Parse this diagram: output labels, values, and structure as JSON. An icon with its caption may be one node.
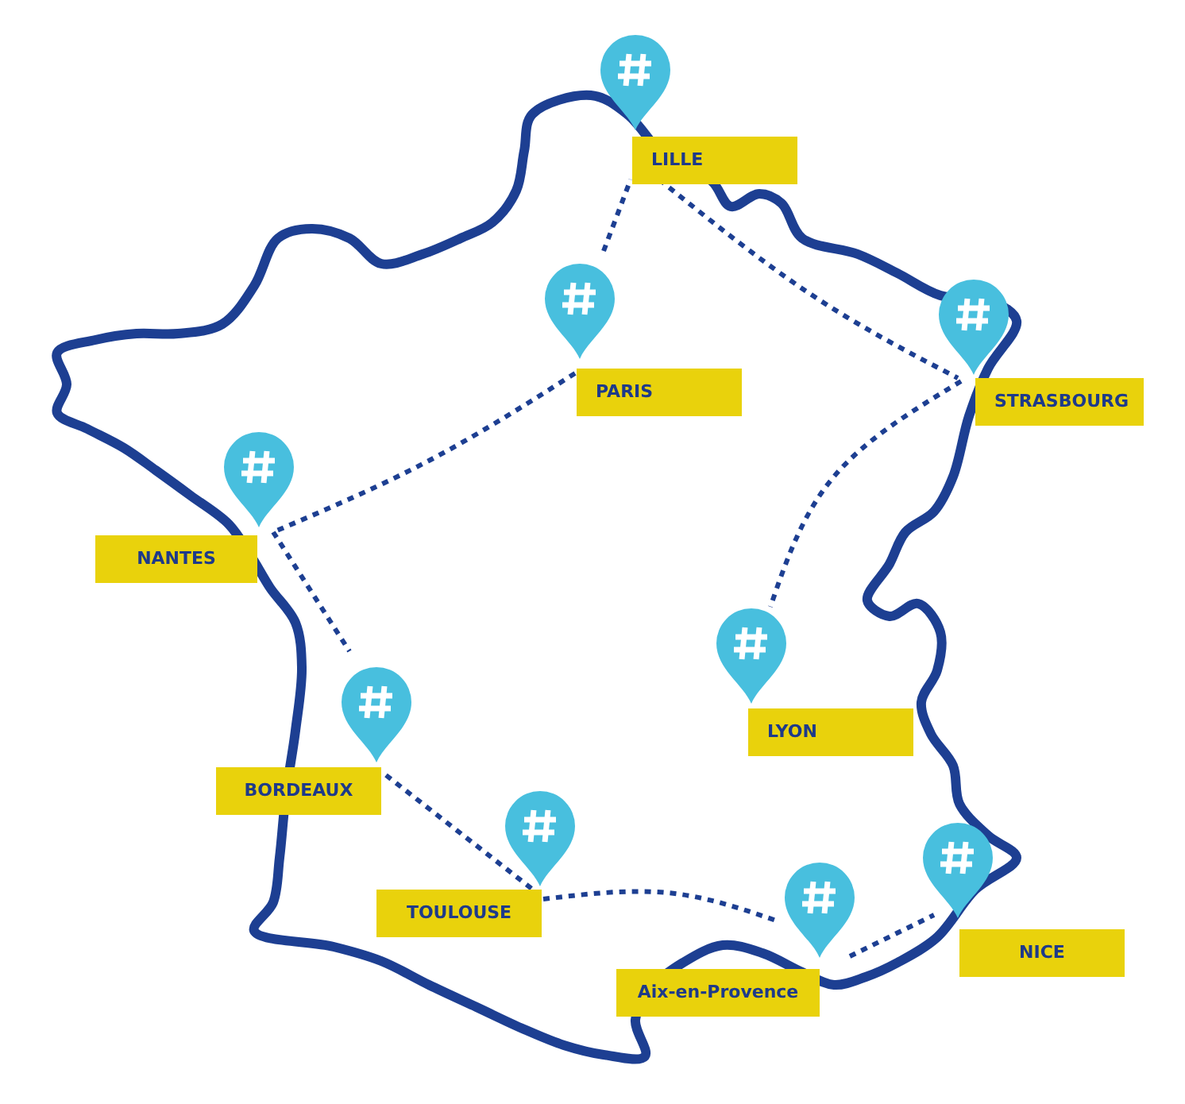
{
  "diagram": {
    "nodes": [
      {
        "text": [
          "LILLE"
        ]
      },
      {
        "text": [
          "PARIS"
        ]
      },
      {
        "text": [
          "STRASBOURG"
        ]
      },
      {
        "text": [
          "NANTES"
        ]
      },
      {
        "text": [
          "LYON"
        ]
      },
      {
        "text": [
          "BORDEAUX"
        ]
      },
      {
        "text": [
          "TOULOUSE"
        ]
      },
      {
        "text": [
          "Aix-en-Provence"
        ]
      },
      {
        "text": [
          "NICE"
        ]
      }
    ],
    "edges": [
      {
        "from": 1,
        "to": 0,
        "arrow": "none",
        "style": "dashed"
      },
      {
        "from": 0,
        "to": 2,
        "arrow": "none",
        "style": "dashed"
      },
      {
        "from": 1,
        "to": 3,
        "arrow": "none",
        "style": "dashed"
      },
      {
        "from": 3,
        "to": 5,
        "arrow": "none",
        "style": "dashed"
      },
      {
        "from": 2,
        "to": 4,
        "arrow": "none",
        "style": "dashed"
      },
      {
        "from": 5,
        "to": 6,
        "arrow": "none",
        "style": "dashed"
      },
      {
        "from": 6,
        "to": 7,
        "arrow": "none",
        "style": "dashed"
      },
      {
        "from": 7,
        "to": 8,
        "arrow": "none",
        "style": "dashed"
      }
    ]
  }
}
